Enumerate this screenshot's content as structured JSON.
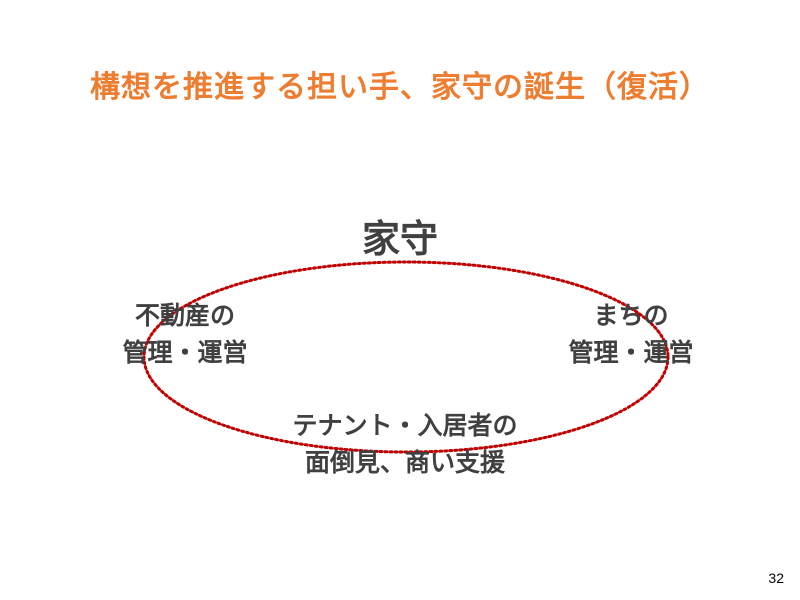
{
  "slide": {
    "title": "構想を推進する担い手、家守の誕生（復活）",
    "center_label": "家守",
    "nodes": {
      "left": {
        "line1": "不動産の",
        "line2": "管理・運営"
      },
      "right": {
        "line1": "まちの",
        "line2": "管理・運営"
      },
      "bottom": {
        "line1": "テナント・入居者の",
        "line2": "面倒見、商い支援"
      }
    },
    "page_number": "32"
  },
  "colors": {
    "title": "#ED7D31",
    "text": "#404040",
    "ellipse": "#C00000"
  }
}
